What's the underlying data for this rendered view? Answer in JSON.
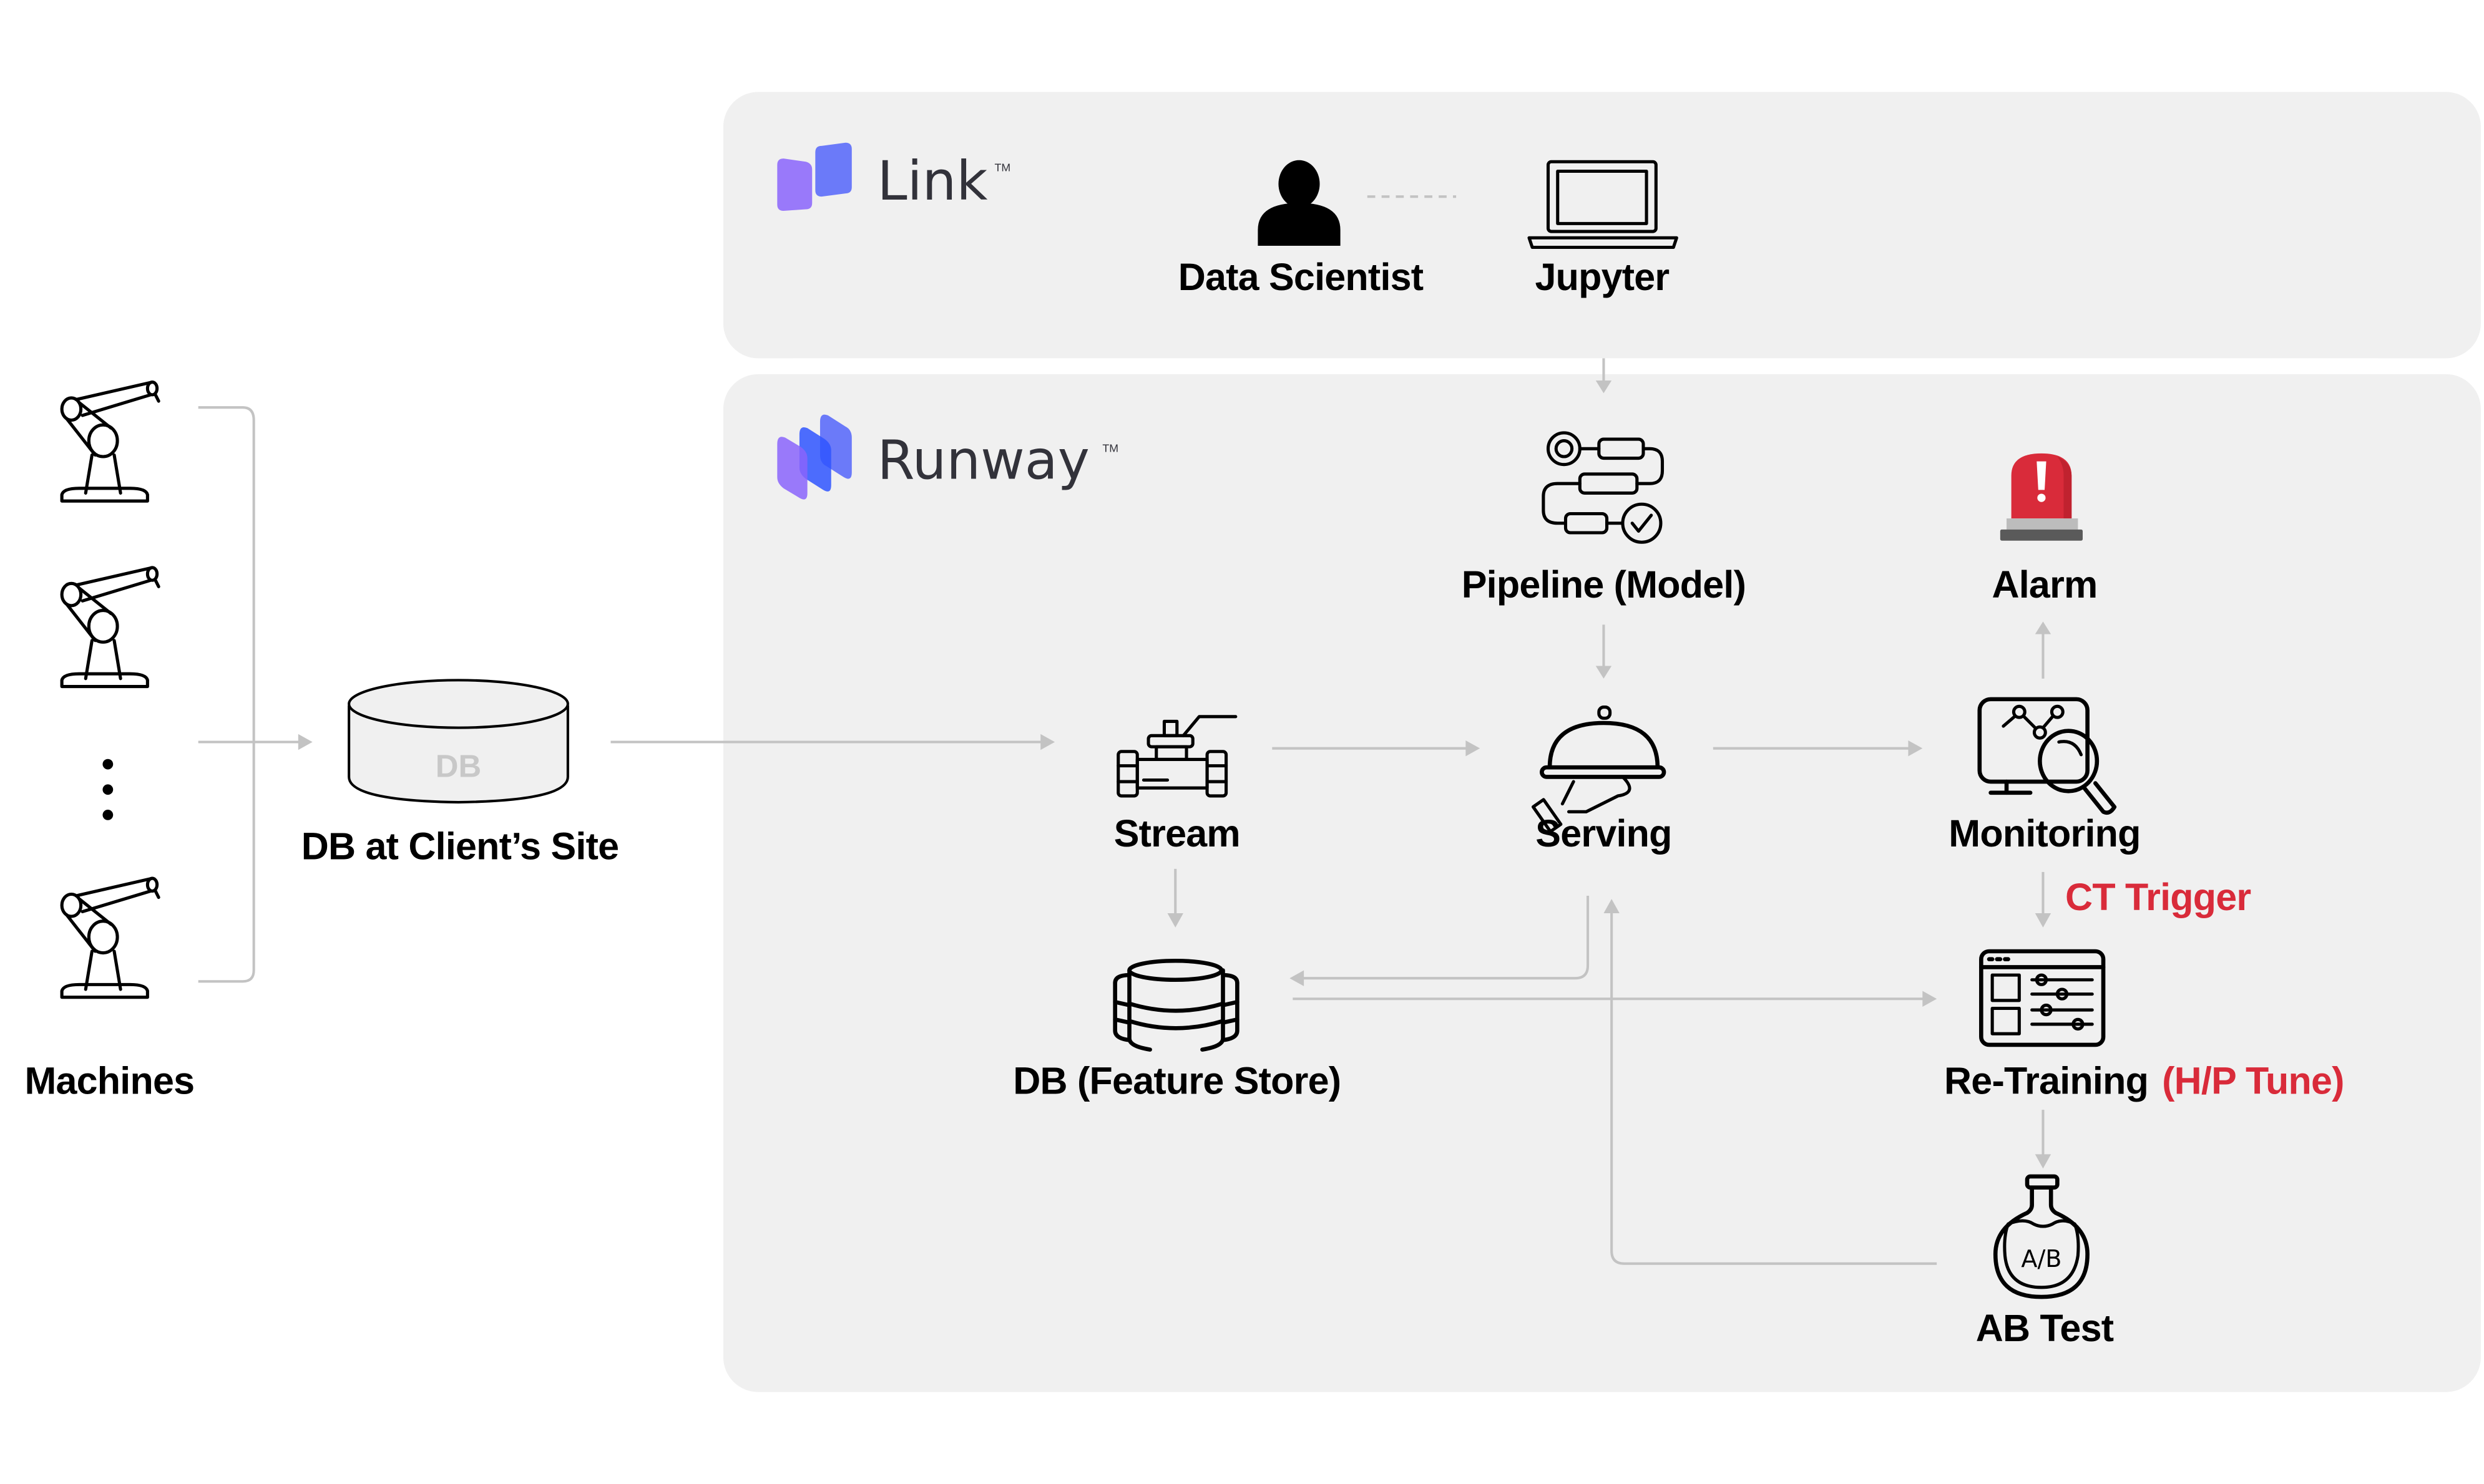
{
  "panels": {
    "link": {
      "brand": "Link",
      "trademark": "TM"
    },
    "runway": {
      "brand": "Runway",
      "trademark": "TM"
    }
  },
  "nodes": {
    "data_scientist": {
      "label": "Data Scientist",
      "icon": "person-icon"
    },
    "jupyter": {
      "label": "Jupyter",
      "icon": "laptop-icon"
    },
    "pipeline": {
      "label": "Pipeline (Model)",
      "icon": "pipeline-icon"
    },
    "alarm": {
      "label": "Alarm",
      "icon": "siren-icon"
    },
    "stream": {
      "label": "Stream",
      "icon": "valve-icon"
    },
    "serving": {
      "label": "Serving",
      "icon": "cloche-icon"
    },
    "monitoring": {
      "label": "Monitoring",
      "icon": "monitor-search-icon"
    },
    "feature_store": {
      "label": "DB (Feature Store)",
      "icon": "database-stack-icon"
    },
    "retraining": {
      "label": "Re-Training",
      "annotation": "(H/P Tune)",
      "icon": "settings-window-icon"
    },
    "ab_test": {
      "label": "AB Test",
      "icon": "flask-icon",
      "flask_text": "A/B"
    },
    "client_db": {
      "label": "DB at Client’s Site",
      "icon": "database-icon",
      "icon_text": "DB"
    },
    "machines": {
      "label": "Machines",
      "icon": "robot-arm-icon",
      "count_shown": 3
    }
  },
  "edges": {
    "ct_trigger_label": "CT Trigger"
  },
  "colors": {
    "panel_bg": "#f0f0f0",
    "connector": "#c3c3c3",
    "accent_red": "#d92b3a",
    "brand_purple": "#9a7cfb",
    "brand_blue": "#4a6cfb",
    "text": "#000000"
  }
}
